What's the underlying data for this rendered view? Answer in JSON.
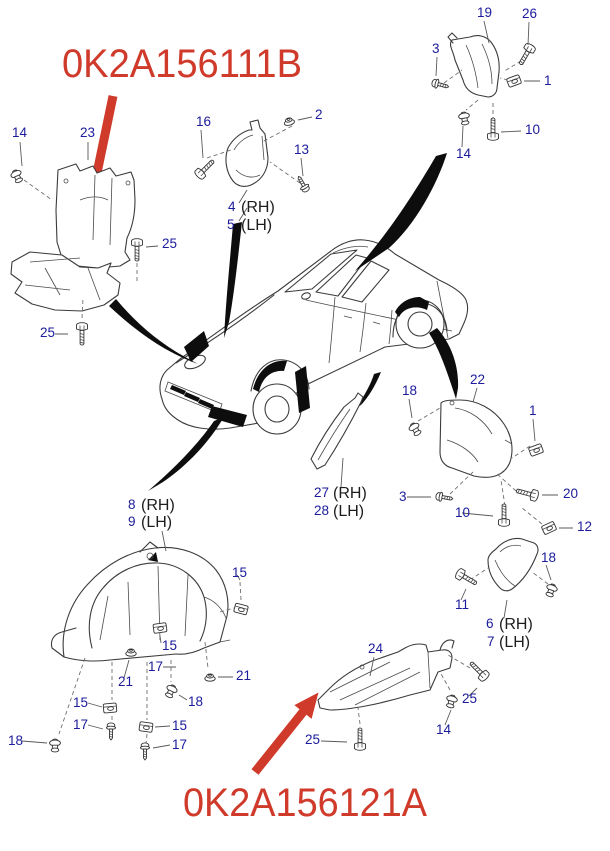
{
  "diagram": {
    "highlight_labels": {
      "upper": "0K2A156111B",
      "lower": "0K2A156121A"
    },
    "colors": {
      "callout_blue": "#1b1b9b",
      "highlight_red": "#cf3a2b",
      "line_gray": "#3c3c3c"
    },
    "callouts": {
      "tl_14": "14",
      "tl_23": "23",
      "tl_25a": "25",
      "tl_25b": "25",
      "tm_16": "16",
      "tm_2": "2",
      "tm_13": "13",
      "tm_4": "4",
      "tm_4_side": "(RH)",
      "tm_5": "5",
      "tm_5_side": "(LH)",
      "tr_19": "19",
      "tr_26": "26",
      "tr_3": "3",
      "tr_1": "1",
      "tr_10": "10",
      "tr_14": "14",
      "mr_18": "18",
      "mr_22": "22",
      "mr_1": "1",
      "mr_3": "3",
      "mr_20": "20",
      "mr_10": "10",
      "mr_12": "12",
      "mr_18b": "18",
      "c_27": "27",
      "c_27_side": "(RH)",
      "c_28": "28",
      "c_28_side": "(LH)",
      "br_11": "11",
      "br_6": "6",
      "br_6_side": "(RH)",
      "br_7": "7",
      "br_7_side": "(LH)",
      "br_25": "25",
      "br_14": "14",
      "bm_24": "24",
      "bm_25": "25",
      "bl_8": "8",
      "bl_8_side": "(RH)",
      "bl_9": "9",
      "bl_9_side": "(LH)",
      "bl_15a": "15",
      "bl_15b": "15",
      "bl_17a": "17",
      "bl_21a": "21",
      "bl_21b": "21",
      "bl_15c": "15",
      "bl_17b": "17",
      "bl_15d": "15",
      "bl_17c": "17",
      "bl_18a": "18",
      "bl_18b": "18"
    }
  }
}
